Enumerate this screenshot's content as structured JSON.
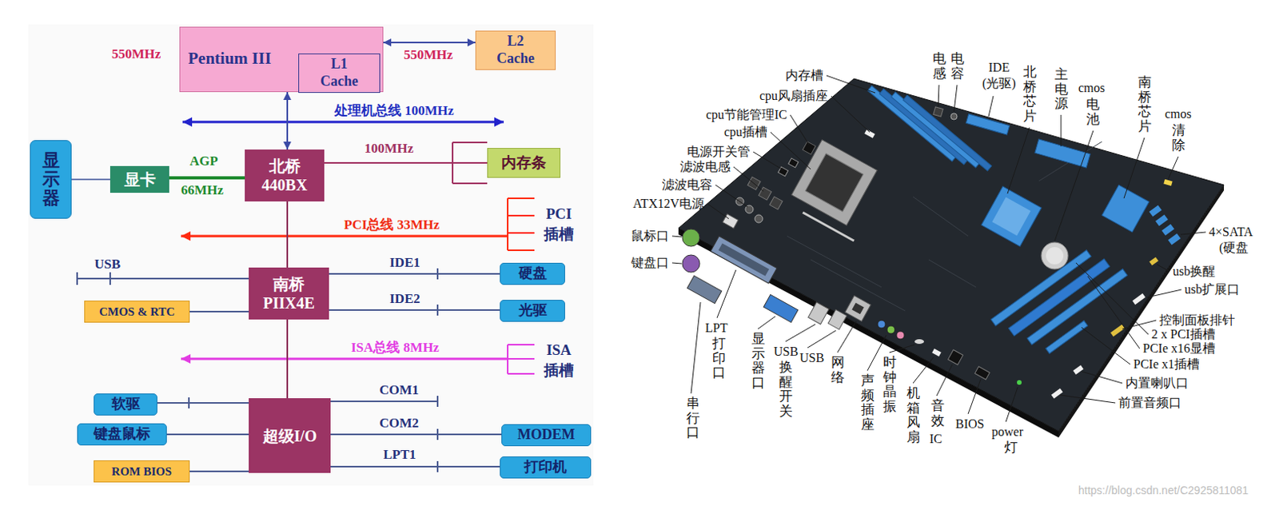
{
  "diagram": {
    "nodes": [
      {
        "text": [
          "Pentium III"
        ]
      },
      {
        "text": [
          "L1 Cache"
        ],
        "in": 0
      },
      {
        "text": [
          "L2 Cache"
        ]
      },
      {
        "text": [
          "显示器"
        ]
      },
      {
        "text": [
          "显卡"
        ]
      },
      {
        "text": [
          "北桥",
          "440BX"
        ]
      },
      {
        "text": [
          "内存条"
        ]
      },
      {
        "text": [
          "南桥",
          "PIIX4E"
        ]
      },
      {
        "text": [
          "硬盘"
        ]
      },
      {
        "text": [
          "光驱"
        ]
      },
      {
        "text": [
          "CMOS & RTC"
        ]
      },
      {
        "text": [
          "软驱"
        ]
      },
      {
        "text": [
          "键盘鼠标"
        ]
      },
      {
        "text": [
          "ROM BIOS"
        ]
      },
      {
        "text": [
          "超级I/O"
        ]
      },
      {
        "text": [
          "MODEM"
        ]
      },
      {
        "text": [
          "打印机"
        ]
      }
    ],
    "edges": [
      {
        "from": 0,
        "to": 2,
        "arrow": "both",
        "label": "550MHz"
      },
      {
        "from": 0,
        "to": 5,
        "arrow": "both"
      },
      {
        "from": 3,
        "to": 4,
        "arrow": "none"
      },
      {
        "from": 4,
        "to": 5,
        "arrow": "none",
        "label": "AGP"
      },
      {
        "from": 5,
        "to": 6,
        "arrow": "none",
        "label": "100MHz"
      },
      {
        "from": 5,
        "to": 7,
        "arrow": "none"
      },
      {
        "from": 7,
        "to": 8,
        "arrow": "none",
        "label": "IDE1"
      },
      {
        "from": 7,
        "to": 9,
        "arrow": "none",
        "label": "IDE2"
      },
      {
        "from": 7,
        "to": 10,
        "arrow": "none"
      },
      {
        "from": 7,
        "to": 14,
        "arrow": "none"
      },
      {
        "from": 11,
        "to": 14,
        "arrow": "none"
      },
      {
        "from": 12,
        "to": 14,
        "arrow": "none"
      },
      {
        "from": 13,
        "to": 14,
        "arrow": "none"
      },
      {
        "from": 14,
        "to": 15,
        "arrow": "none",
        "label": "COM2"
      },
      {
        "from": 14,
        "to": 16,
        "arrow": "none",
        "label": "LPT1"
      }
    ],
    "labels": [
      "550MHz",
      "处理机总线 100MHz",
      "66MHz",
      "PCI总线 33MHz",
      "PCI 插槽",
      "USB",
      "ISA总线 8MHz",
      "ISA 插槽",
      "COM1",
      "电感",
      "电容",
      "IDE (光驱)",
      "北桥芯片",
      "主电源",
      "cmos",
      "电池",
      "南桥芯片",
      "cmos",
      "清除",
      "内存槽",
      "cpu风扇插座",
      "cpu节能管理IC",
      "cpu插槽",
      "电源开关管",
      "滤波电感",
      "滤波电容",
      "ATX12V电源",
      "鼠标口",
      "键盘口",
      "串行口",
      "LPT",
      "打印口",
      "显示器口",
      "USB",
      "换醒开关",
      "USB",
      "网络",
      "声频插座",
      "时钟晶振",
      "机箱风扇",
      "音效",
      "IC",
      "BIOS",
      "power",
      "灯",
      "4×SATA",
      "(硬盘",
      "usb换醒",
      "usb扩展口",
      "控制面板排针",
      "2 x PCI插槽",
      "PCIe x16显槽",
      "PCIe x1插槽",
      "内置喇叭口",
      "前置音频口",
      "https://blog.csdn.net/C2925811081"
    ]
  }
}
